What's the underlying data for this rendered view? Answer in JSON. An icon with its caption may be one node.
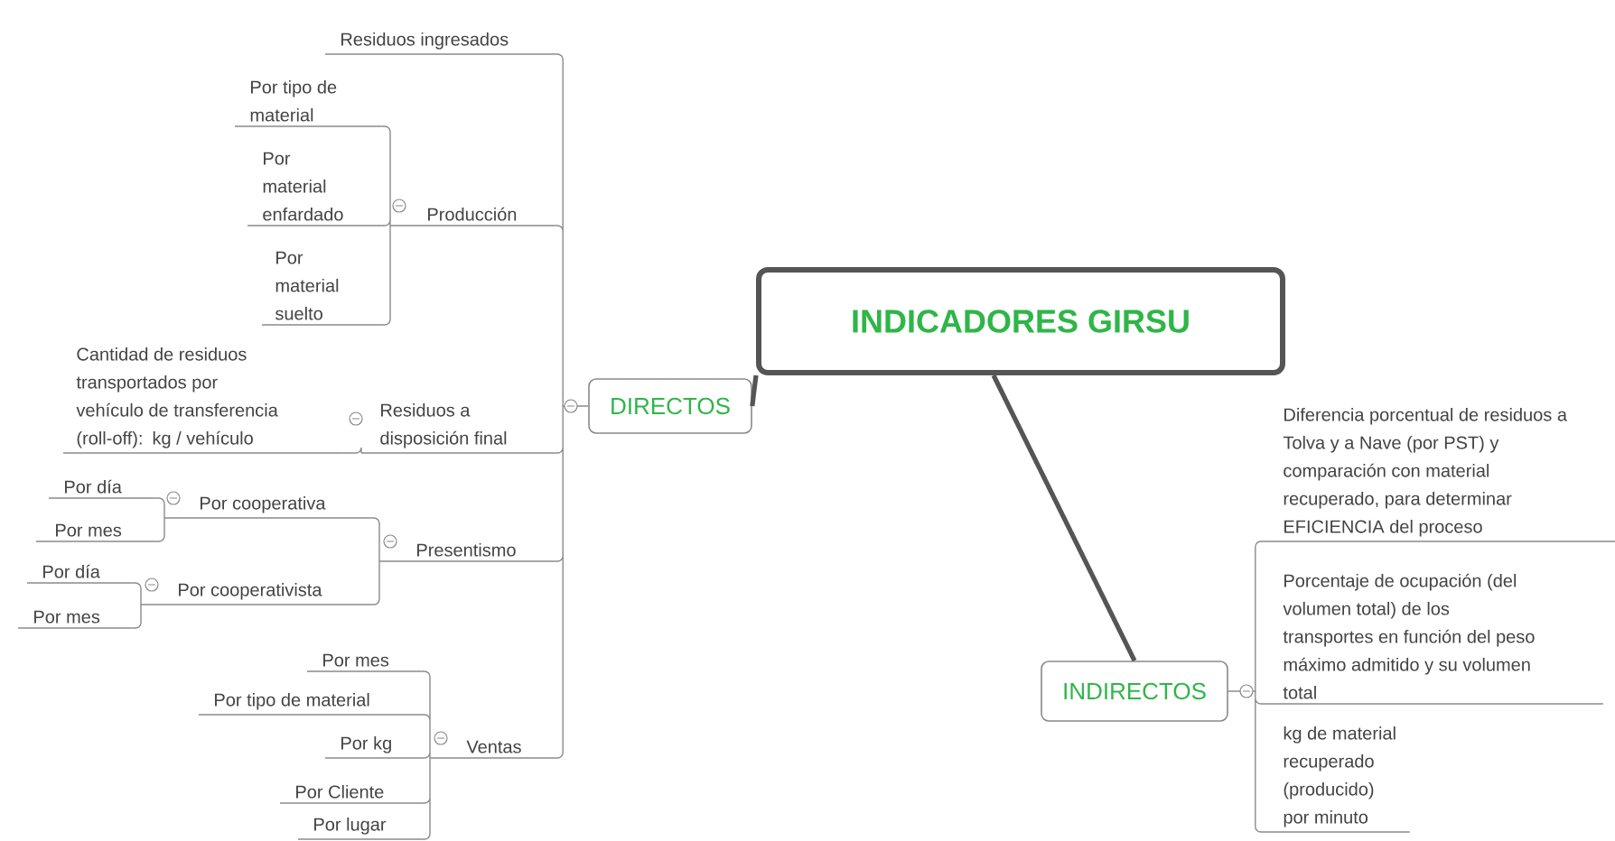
{
  "diagram": {
    "nodes": [
      {
        "text": [
          "INDICADORES GIRSU"
        ]
      },
      {
        "text": [
          "DIRECTOS"
        ]
      },
      {
        "text": [
          "Residuos ingresados"
        ]
      },
      {
        "text": [
          "Producción"
        ]
      },
      {
        "text": [
          "Por tipo de material"
        ]
      },
      {
        "text": [
          "Por material enfardado"
        ]
      },
      {
        "text": [
          "Por material suelto"
        ]
      },
      {
        "text": [
          "Residuos a disposición final"
        ]
      },
      {
        "text": [
          "Cantidad de residuos transportados por vehículo de transferencia (roll-off): kg / vehículo"
        ]
      },
      {
        "text": [
          "Presentismo"
        ]
      },
      {
        "text": [
          "Por cooperativa"
        ]
      },
      {
        "text": [
          "Por día"
        ]
      },
      {
        "text": [
          "Por mes"
        ]
      },
      {
        "text": [
          "Por cooperativista"
        ]
      },
      {
        "text": [
          "Por día"
        ]
      },
      {
        "text": [
          "Por mes"
        ]
      },
      {
        "text": [
          "Ventas"
        ]
      },
      {
        "text": [
          "Por mes"
        ]
      },
      {
        "text": [
          "Por tipo de material"
        ]
      },
      {
        "text": [
          "Por kg"
        ]
      },
      {
        "text": [
          "Por Cliente"
        ]
      },
      {
        "text": [
          "Por lugar"
        ]
      },
      {
        "text": [
          "INDIRECTOS"
        ]
      },
      {
        "text": [
          "Diferencia porcentual de residuos a Tolva y a Nave (por PST) y comparación con material recuperado, para determinar EFICIENCIA del proceso"
        ]
      },
      {
        "text": [
          "Porcentaje de ocupación (del volumen total) de los transportes en función del peso máximo admitido y su volumen total"
        ]
      },
      {
        "text": [
          "kg de material recuperado (producido) por minuto"
        ]
      }
    ],
    "edges": [
      {
        "from": 0,
        "to": 1,
        "arrow": "none",
        "style": "thick"
      },
      {
        "from": 0,
        "to": 22,
        "arrow": "none",
        "style": "thick"
      },
      {
        "from": 1,
        "to": 2,
        "arrow": "none"
      },
      {
        "from": 1,
        "to": 3,
        "arrow": "none"
      },
      {
        "from": 1,
        "to": 7,
        "arrow": "none"
      },
      {
        "from": 1,
        "to": 9,
        "arrow": "none"
      },
      {
        "from": 1,
        "to": 16,
        "arrow": "none"
      },
      {
        "from": 3,
        "to": 4,
        "arrow": "none"
      },
      {
        "from": 3,
        "to": 5,
        "arrow": "none"
      },
      {
        "from": 3,
        "to": 6,
        "arrow": "none"
      },
      {
        "from": 7,
        "to": 8,
        "arrow": "none"
      },
      {
        "from": 9,
        "to": 10,
        "arrow": "none"
      },
      {
        "from": 9,
        "to": 13,
        "arrow": "none"
      },
      {
        "from": 10,
        "to": 11,
        "arrow": "none"
      },
      {
        "from": 10,
        "to": 12,
        "arrow": "none"
      },
      {
        "from": 13,
        "to": 14,
        "arrow": "none"
      },
      {
        "from": 13,
        "to": 15,
        "arrow": "none"
      },
      {
        "from": 16,
        "to": 17,
        "arrow": "none"
      },
      {
        "from": 16,
        "to": 18,
        "arrow": "none"
      },
      {
        "from": 16,
        "to": 19,
        "arrow": "none"
      },
      {
        "from": 16,
        "to": 20,
        "arrow": "none"
      },
      {
        "from": 16,
        "to": 21,
        "arrow": "none"
      },
      {
        "from": 22,
        "to": 23,
        "arrow": "none"
      },
      {
        "from": 22,
        "to": 24,
        "arrow": "none"
      },
      {
        "from": 22,
        "to": 25,
        "arrow": "none"
      }
    ]
  }
}
